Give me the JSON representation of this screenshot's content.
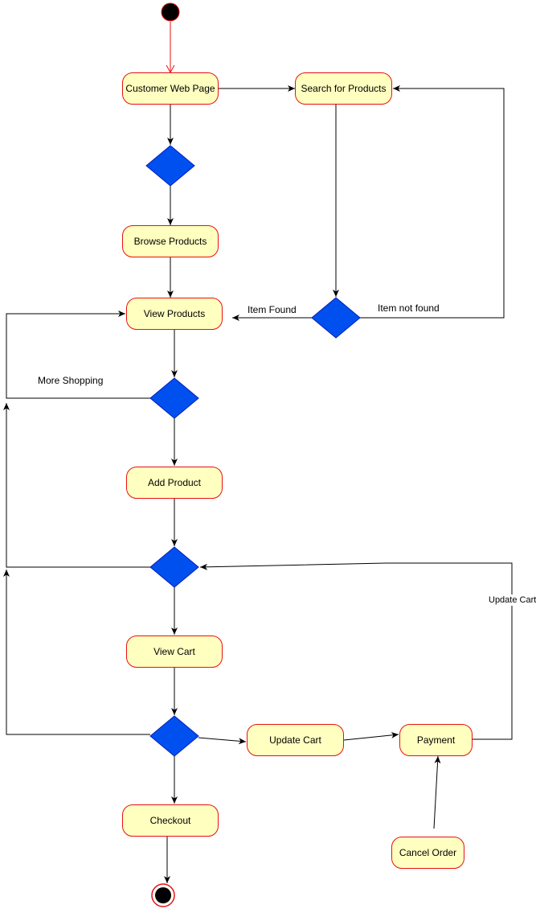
{
  "colors": {
    "activity_fill": "#ffffc0",
    "activity_border": "#e8110f",
    "decision_fill": "#0050ef",
    "decision_border": "#001dbc",
    "initial_arrow": "#e8110f",
    "edge": "#000000"
  },
  "nodes": {
    "customer_web_page": "Customer Web Page",
    "search_for_products": "Search for Products",
    "browse_products": "Browse Products",
    "view_products": "View Products",
    "add_product": "Add Product",
    "view_cart": "View Cart",
    "update_cart": "Update Cart",
    "payment": "Payment",
    "checkout": "Checkout",
    "cancel_order": "Cancel Order"
  },
  "edge_labels": {
    "item_found": "Item Found",
    "item_not_found": "Item not found",
    "more_shopping": "More Shopping",
    "update_cart_loop": "Update Cart"
  }
}
